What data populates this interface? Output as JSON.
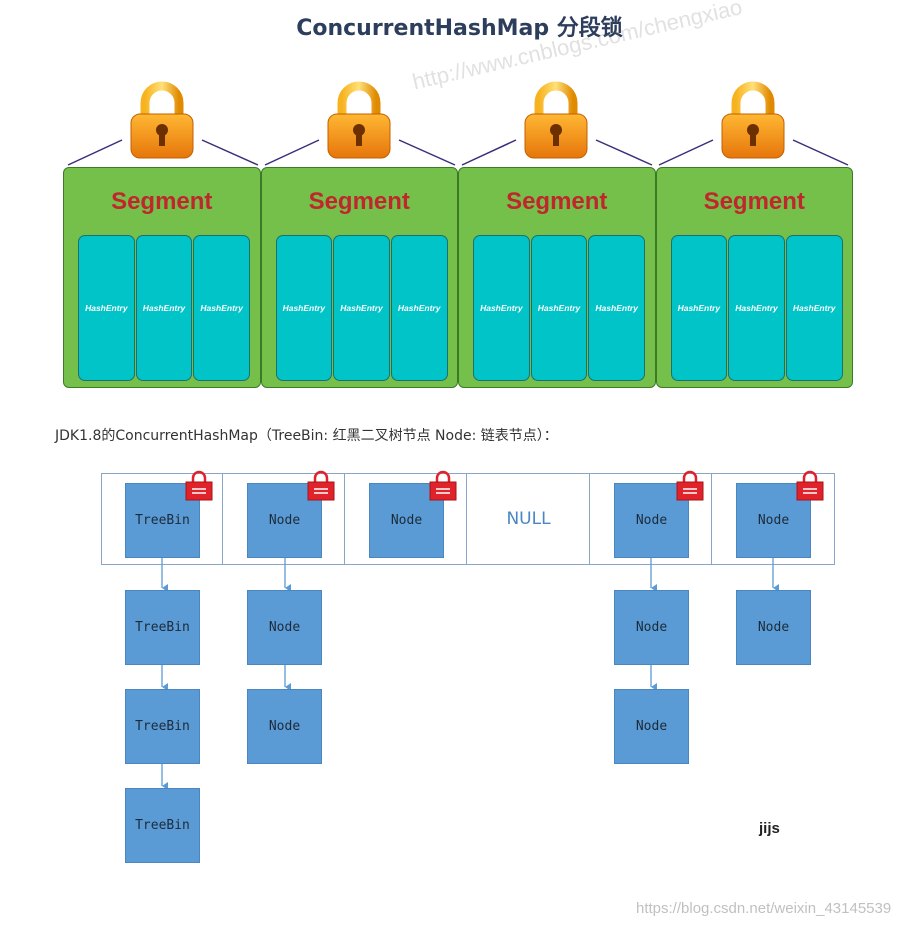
{
  "title": "ConcurrentHashMap 分段锁",
  "watermark_top": "http://www.cnblogs.com/chengxiao",
  "segments": [
    {
      "label": "Segment",
      "entries": [
        "HashEntry",
        "HashEntry",
        "HashEntry"
      ]
    },
    {
      "label": "Segment",
      "entries": [
        "HashEntry",
        "HashEntry",
        "HashEntry"
      ]
    },
    {
      "label": "Segment",
      "entries": [
        "HashEntry",
        "HashEntry",
        "HashEntry"
      ]
    },
    {
      "label": "Segment",
      "entries": [
        "HashEntry",
        "HashEntry",
        "HashEntry"
      ]
    }
  ],
  "subtitle": "JDK1.8的ConcurrentHashMap（TreeBin: 红黑二叉树节点 Node: 链表节点）：",
  "table": {
    "null_label": "NULL",
    "columns": [
      {
        "head": "TreeBin",
        "locked": true,
        "chain": [
          "TreeBin",
          "TreeBin",
          "TreeBin"
        ]
      },
      {
        "head": "Node",
        "locked": true,
        "chain": [
          "Node",
          "Node"
        ]
      },
      {
        "head": "Node",
        "locked": true,
        "chain": []
      },
      {
        "head": "Node",
        "locked": true,
        "chain": [
          "Node",
          "Node"
        ]
      },
      {
        "head": "Node",
        "locked": true,
        "chain": [
          "Node"
        ]
      }
    ]
  },
  "signature": "jijs",
  "watermark_bottom": "https://blog.csdn.net/weixin_43145539",
  "colors": {
    "segment_fill": "#75c04a",
    "segment_label": "#c0272d",
    "hash_entry_fill": "#00c4c8",
    "node_fill": "#5b9bd5",
    "lock_body": "#f39c12",
    "red_lock": "#e0222a"
  }
}
